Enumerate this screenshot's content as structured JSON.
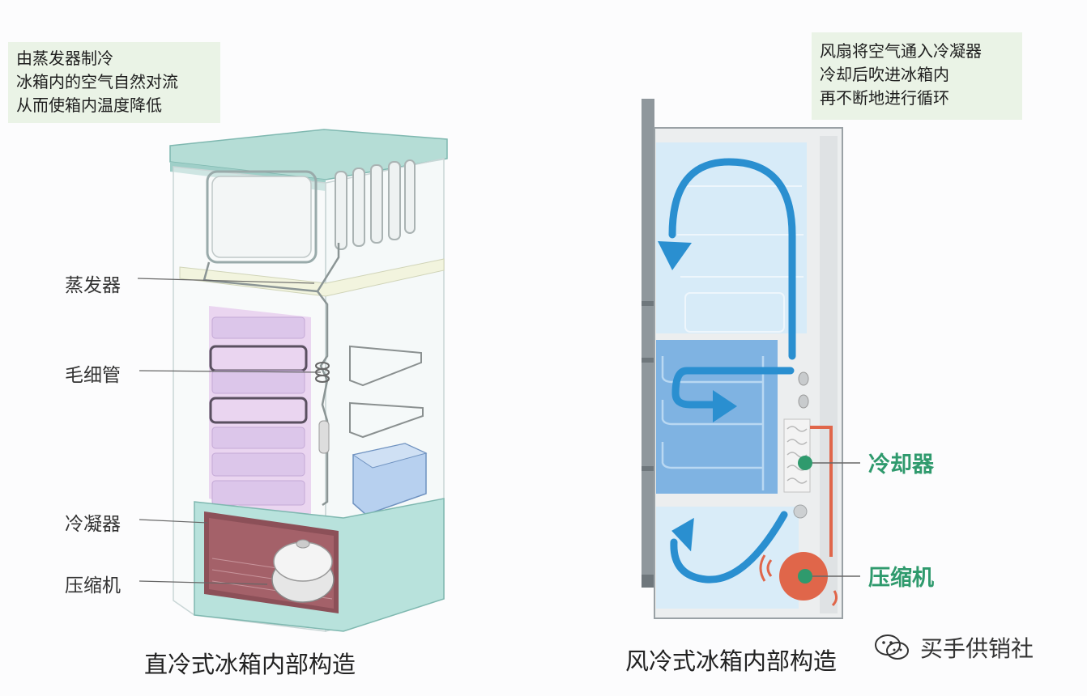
{
  "left_diagram": {
    "note_lines": [
      "由蒸发器制冷",
      "冰箱内的空气自然对流",
      "从而使箱内温度降低"
    ],
    "labels": {
      "evaporator": "蒸发器",
      "capillary": "毛细管",
      "condenser": "冷凝器",
      "compressor": "压缩机"
    },
    "caption": "直冷式冰箱内部构造"
  },
  "right_diagram": {
    "note_lines": [
      "风扇将空气通入冷凝器",
      "冷却后吹进冰箱内",
      "再不断地进行循环"
    ],
    "labels": {
      "cooler": "冷却器",
      "compressor": "压缩机"
    },
    "caption": "风冷式冰箱内部构造"
  },
  "watermark": {
    "text": "买手供销社",
    "icon": "wechat-icon"
  },
  "colors": {
    "airflow_arrow": "#2a8fd0",
    "refrigerant_pipe": "#e0664a",
    "label_green": "#2f9a6d",
    "note_background": "#eaf3e6"
  }
}
